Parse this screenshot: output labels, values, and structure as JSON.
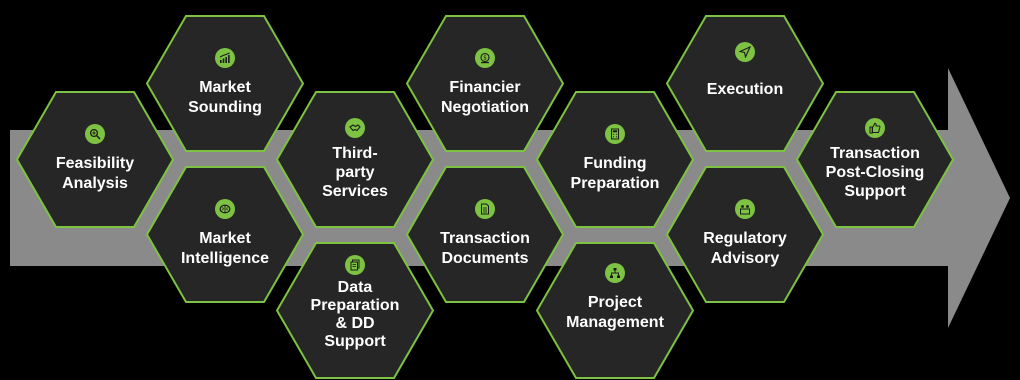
{
  "colors": {
    "background": "#000000",
    "arrow": "#8a8a8a",
    "hex_fill": "#262626",
    "hex_border": "#7dc242",
    "icon_fill": "#7dc242",
    "text": "#ffffff"
  },
  "steps": [
    {
      "label": "Feasibility\nAnalysis",
      "icon": "zoom-in-icon"
    },
    {
      "label": "Market\nSounding",
      "icon": "bar-chart-growth-icon"
    },
    {
      "label": "Market\nIntelligence",
      "icon": "brain-icon"
    },
    {
      "label": "Third-\nparty\nServices",
      "icon": "handshake-icon"
    },
    {
      "label": "Data\nPreparation\n& DD\nSupport",
      "icon": "documents-stack-icon"
    },
    {
      "label": "Financier\nNegotiation",
      "icon": "money-bag-icon"
    },
    {
      "label": "Transaction\nDocuments",
      "icon": "document-icon"
    },
    {
      "label": "Funding\nPreparation",
      "icon": "calculator-icon"
    },
    {
      "label": "Project\nManagement",
      "icon": "org-chart-icon"
    },
    {
      "label": "Execution",
      "icon": "paper-plane-icon"
    },
    {
      "label": "Regulatory\nAdvisory",
      "icon": "people-group-icon"
    },
    {
      "label": "Transaction\nPost-Closing\nSupport",
      "icon": "thumbs-up-icon"
    }
  ]
}
